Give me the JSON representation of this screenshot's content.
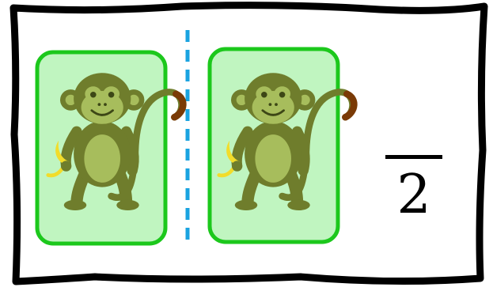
{
  "fraction": {
    "numerator": "",
    "denominator": "2"
  },
  "groups": [
    {
      "item": "monkey-with-banana",
      "selected": true
    },
    {
      "item": "monkey-with-banana",
      "selected": true
    }
  ],
  "colors": {
    "frame": "#000000",
    "divider": "#1aa3e0",
    "highlight_fill": "#c0f5c0",
    "highlight_stroke": "#1cc81c",
    "monkey_body": "#6f7d2c",
    "monkey_light": "#a7bd5c",
    "monkey_tail_tip": "#7a3a06",
    "banana": "#f2dc2a"
  }
}
